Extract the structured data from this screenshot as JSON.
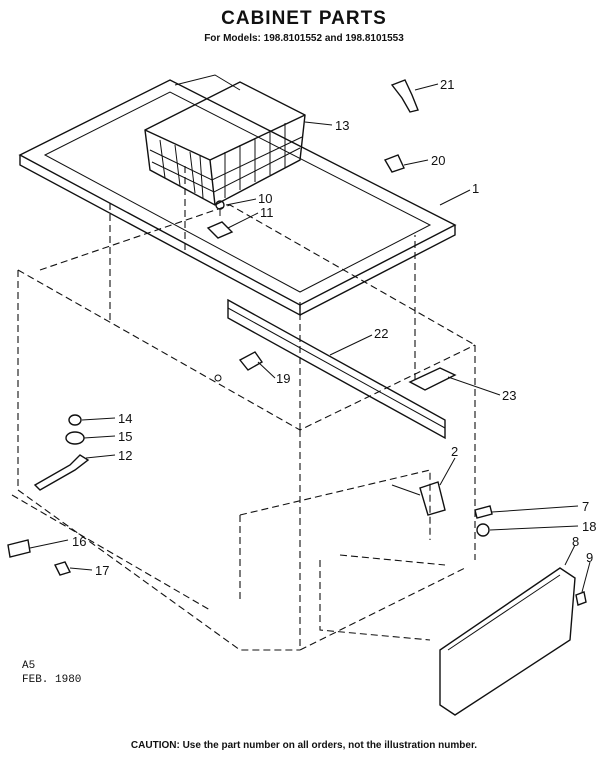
{
  "header": {
    "title": "CABINET PARTS",
    "subtitle": "For Models: 198.8101552 and 198.8101553"
  },
  "footer": {
    "code": "A5",
    "date": "FEB. 1980",
    "caution": "CAUTION: Use the part number on all orders, not the illustration number."
  },
  "callouts": [
    "21",
    "13",
    "20",
    "1",
    "10",
    "11",
    "22",
    "19",
    "23",
    "14",
    "15",
    "12",
    "2",
    "7",
    "18",
    "8",
    "9",
    "16",
    "17"
  ]
}
